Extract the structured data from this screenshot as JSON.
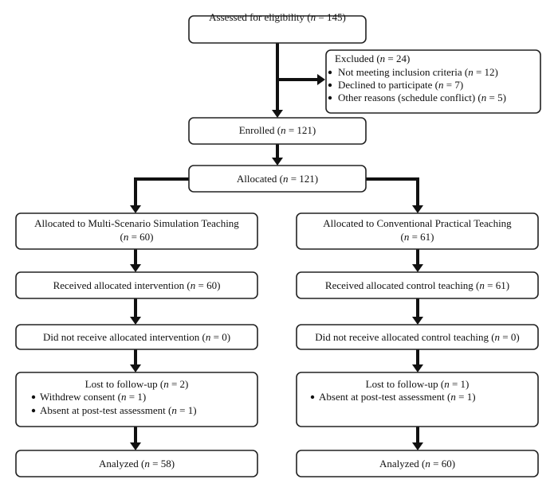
{
  "boxes": [
    {
      "id": "assessed",
      "lines": [
        [
          {
            "t": "Assessed for eligibility ("
          },
          {
            "t": "n",
            "i": true
          },
          {
            "t": " = 145)"
          }
        ]
      ]
    },
    {
      "id": "excluded",
      "lines": [
        [
          {
            "t": "Excluded ("
          },
          {
            "t": "n",
            "i": true
          },
          {
            "t": " = 24)"
          }
        ],
        [
          {
            "t": "Not meeting inclusion criteria ("
          },
          {
            "t": "n",
            "i": true
          },
          {
            "t": " = 12)"
          }
        ],
        [
          {
            "t": "Declined to participate ("
          },
          {
            "t": "n",
            "i": true
          },
          {
            "t": " = 7)"
          }
        ],
        [
          {
            "t": "Other reasons (schedule conflict) ("
          },
          {
            "t": "n",
            "i": true
          },
          {
            "t": " = 5)"
          }
        ]
      ]
    },
    {
      "id": "enrolled",
      "lines": [
        [
          {
            "t": "Enrolled ("
          },
          {
            "t": "n",
            "i": true
          },
          {
            "t": " = 121)"
          }
        ]
      ]
    },
    {
      "id": "allocated",
      "lines": [
        [
          {
            "t": "Allocated ("
          },
          {
            "t": "n",
            "i": true
          },
          {
            "t": " = 121)"
          }
        ]
      ]
    },
    {
      "id": "alloc-left",
      "lines": [
        [
          {
            "t": "Allocated to Multi-Scenario Simulation Teaching"
          }
        ],
        [
          {
            "t": "("
          },
          {
            "t": "n",
            "i": true
          },
          {
            "t": " = 60)"
          }
        ]
      ]
    },
    {
      "id": "alloc-right",
      "lines": [
        [
          {
            "t": "Allocated to Conventional Practical Teaching"
          }
        ],
        [
          {
            "t": "("
          },
          {
            "t": "n",
            "i": true
          },
          {
            "t": " = 61)"
          }
        ]
      ]
    },
    {
      "id": "received-left",
      "lines": [
        [
          {
            "t": "Received allocated intervention ("
          },
          {
            "t": "n",
            "i": true
          },
          {
            "t": " = 60)"
          }
        ]
      ]
    },
    {
      "id": "received-right",
      "lines": [
        [
          {
            "t": "Received allocated control teaching ("
          },
          {
            "t": "n",
            "i": true
          },
          {
            "t": " = 61)"
          }
        ]
      ]
    },
    {
      "id": "notreceived-left",
      "lines": [
        [
          {
            "t": "Did not receive allocated intervention ("
          },
          {
            "t": "n",
            "i": true
          },
          {
            "t": " = 0)"
          }
        ]
      ]
    },
    {
      "id": "notreceived-right",
      "lines": [
        [
          {
            "t": "Did not receive allocated control teaching ("
          },
          {
            "t": "n",
            "i": true
          },
          {
            "t": " = 0)"
          }
        ]
      ]
    },
    {
      "id": "lost-left",
      "lines": [
        [
          {
            "t": "Lost to follow-up ("
          },
          {
            "t": "n",
            "i": true
          },
          {
            "t": " = 2)"
          }
        ],
        [
          {
            "t": "Withdrew consent ("
          },
          {
            "t": "n",
            "i": true
          },
          {
            "t": " = 1)"
          }
        ],
        [
          {
            "t": "Absent at post-test assessment ("
          },
          {
            "t": "n",
            "i": true
          },
          {
            "t": " = 1)"
          }
        ]
      ]
    },
    {
      "id": "lost-right",
      "lines": [
        [
          {
            "t": "Lost to follow-up ("
          },
          {
            "t": "n",
            "i": true
          },
          {
            "t": " = 1)"
          }
        ],
        [
          {
            "t": "Absent at post-test assessment ("
          },
          {
            "t": "n",
            "i": true
          },
          {
            "t": " = 1)"
          }
        ]
      ]
    },
    {
      "id": "analyzed-left",
      "lines": [
        [
          {
            "t": "Analyzed ("
          },
          {
            "t": "n",
            "i": true
          },
          {
            "t": " = 58)"
          }
        ]
      ]
    },
    {
      "id": "analyzed-right",
      "lines": [
        [
          {
            "t": "Analyzed ("
          },
          {
            "t": "n",
            "i": true
          },
          {
            "t": " = 60)"
          }
        ]
      ]
    }
  ],
  "edges": [
    {
      "from": "assessed",
      "to": "enrolled"
    },
    {
      "from": "assessed",
      "to": "excluded"
    },
    {
      "from": "enrolled",
      "to": "allocated"
    },
    {
      "from": "allocated",
      "to": "alloc-left"
    },
    {
      "from": "allocated",
      "to": "alloc-right"
    },
    {
      "from": "alloc-left",
      "to": "received-left"
    },
    {
      "from": "alloc-right",
      "to": "received-right"
    },
    {
      "from": "received-left",
      "to": "notreceived-left"
    },
    {
      "from": "received-right",
      "to": "notreceived-right"
    },
    {
      "from": "notreceived-left",
      "to": "lost-left"
    },
    {
      "from": "notreceived-right",
      "to": "lost-right"
    },
    {
      "from": "lost-left",
      "to": "analyzed-left"
    },
    {
      "from": "lost-right",
      "to": "analyzed-right"
    }
  ]
}
